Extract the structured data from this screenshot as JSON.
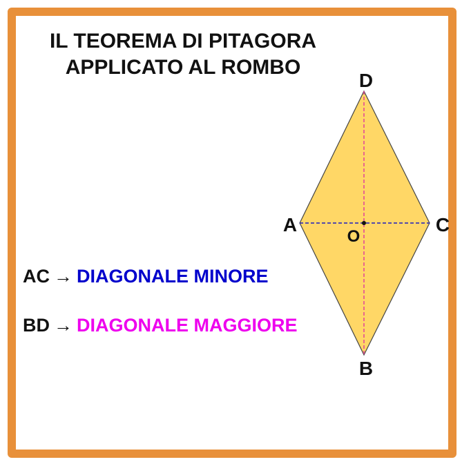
{
  "title": {
    "line1": "IL TEOREMA DI PITAGORA",
    "line2": "APPLICATO AL ROMBO"
  },
  "vertices": {
    "A": "A",
    "B": "B",
    "C": "C",
    "D": "D",
    "O": "O"
  },
  "legend": {
    "minor": {
      "segment": "AC",
      "arrow": "→",
      "description": "DIAGONALE MINORE"
    },
    "major": {
      "segment": "BD",
      "arrow": "→",
      "description": "DIAGONALE MAGGIORE"
    }
  },
  "colors": {
    "frame": "#E8903A",
    "rhombus_fill": "#FFD766",
    "minor_diagonal": "#1A1AC0",
    "major_diagonal": "#E0409A",
    "minor_text": "#0000CC",
    "major_text": "#EE00EE"
  }
}
